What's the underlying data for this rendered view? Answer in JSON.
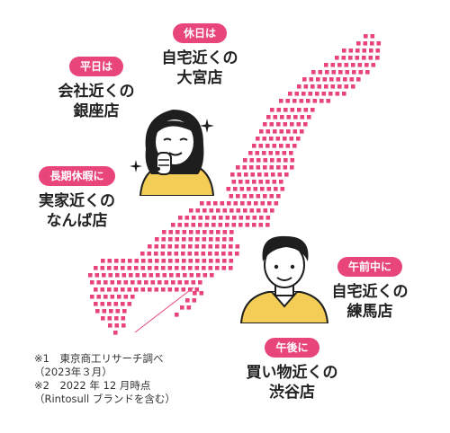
{
  "callouts": {
    "weekday": {
      "badge": "平日は",
      "line1": "会社近くの",
      "line2": "銀座店"
    },
    "holiday": {
      "badge": "休日は",
      "line1": "自宅近くの",
      "line2": "大宮店"
    },
    "long_holiday": {
      "badge": "長期休暇に",
      "line1": "実家近くの",
      "line2": "なんば店"
    },
    "morning": {
      "badge": "午前中に",
      "line1": "自宅近くの",
      "line2": "練馬店"
    },
    "afternoon": {
      "badge": "午後に",
      "line1": "買い物近くの",
      "line2": "渋谷店"
    }
  },
  "notes": [
    "※1　東京商工リサーチ調べ",
    "（2023年３月）",
    "※2　2022 年 12 月時点",
    "（Rintosull ブランドを含む）"
  ],
  "colors": {
    "accent": "#e8457a",
    "hair": "#1e1e1e",
    "shirt": "#f3cd55",
    "skin": "#ffffff",
    "text": "#222222"
  },
  "icons": [
    "sparkle-icon",
    "woman-illustration",
    "man-illustration",
    "japan-map-dots"
  ]
}
